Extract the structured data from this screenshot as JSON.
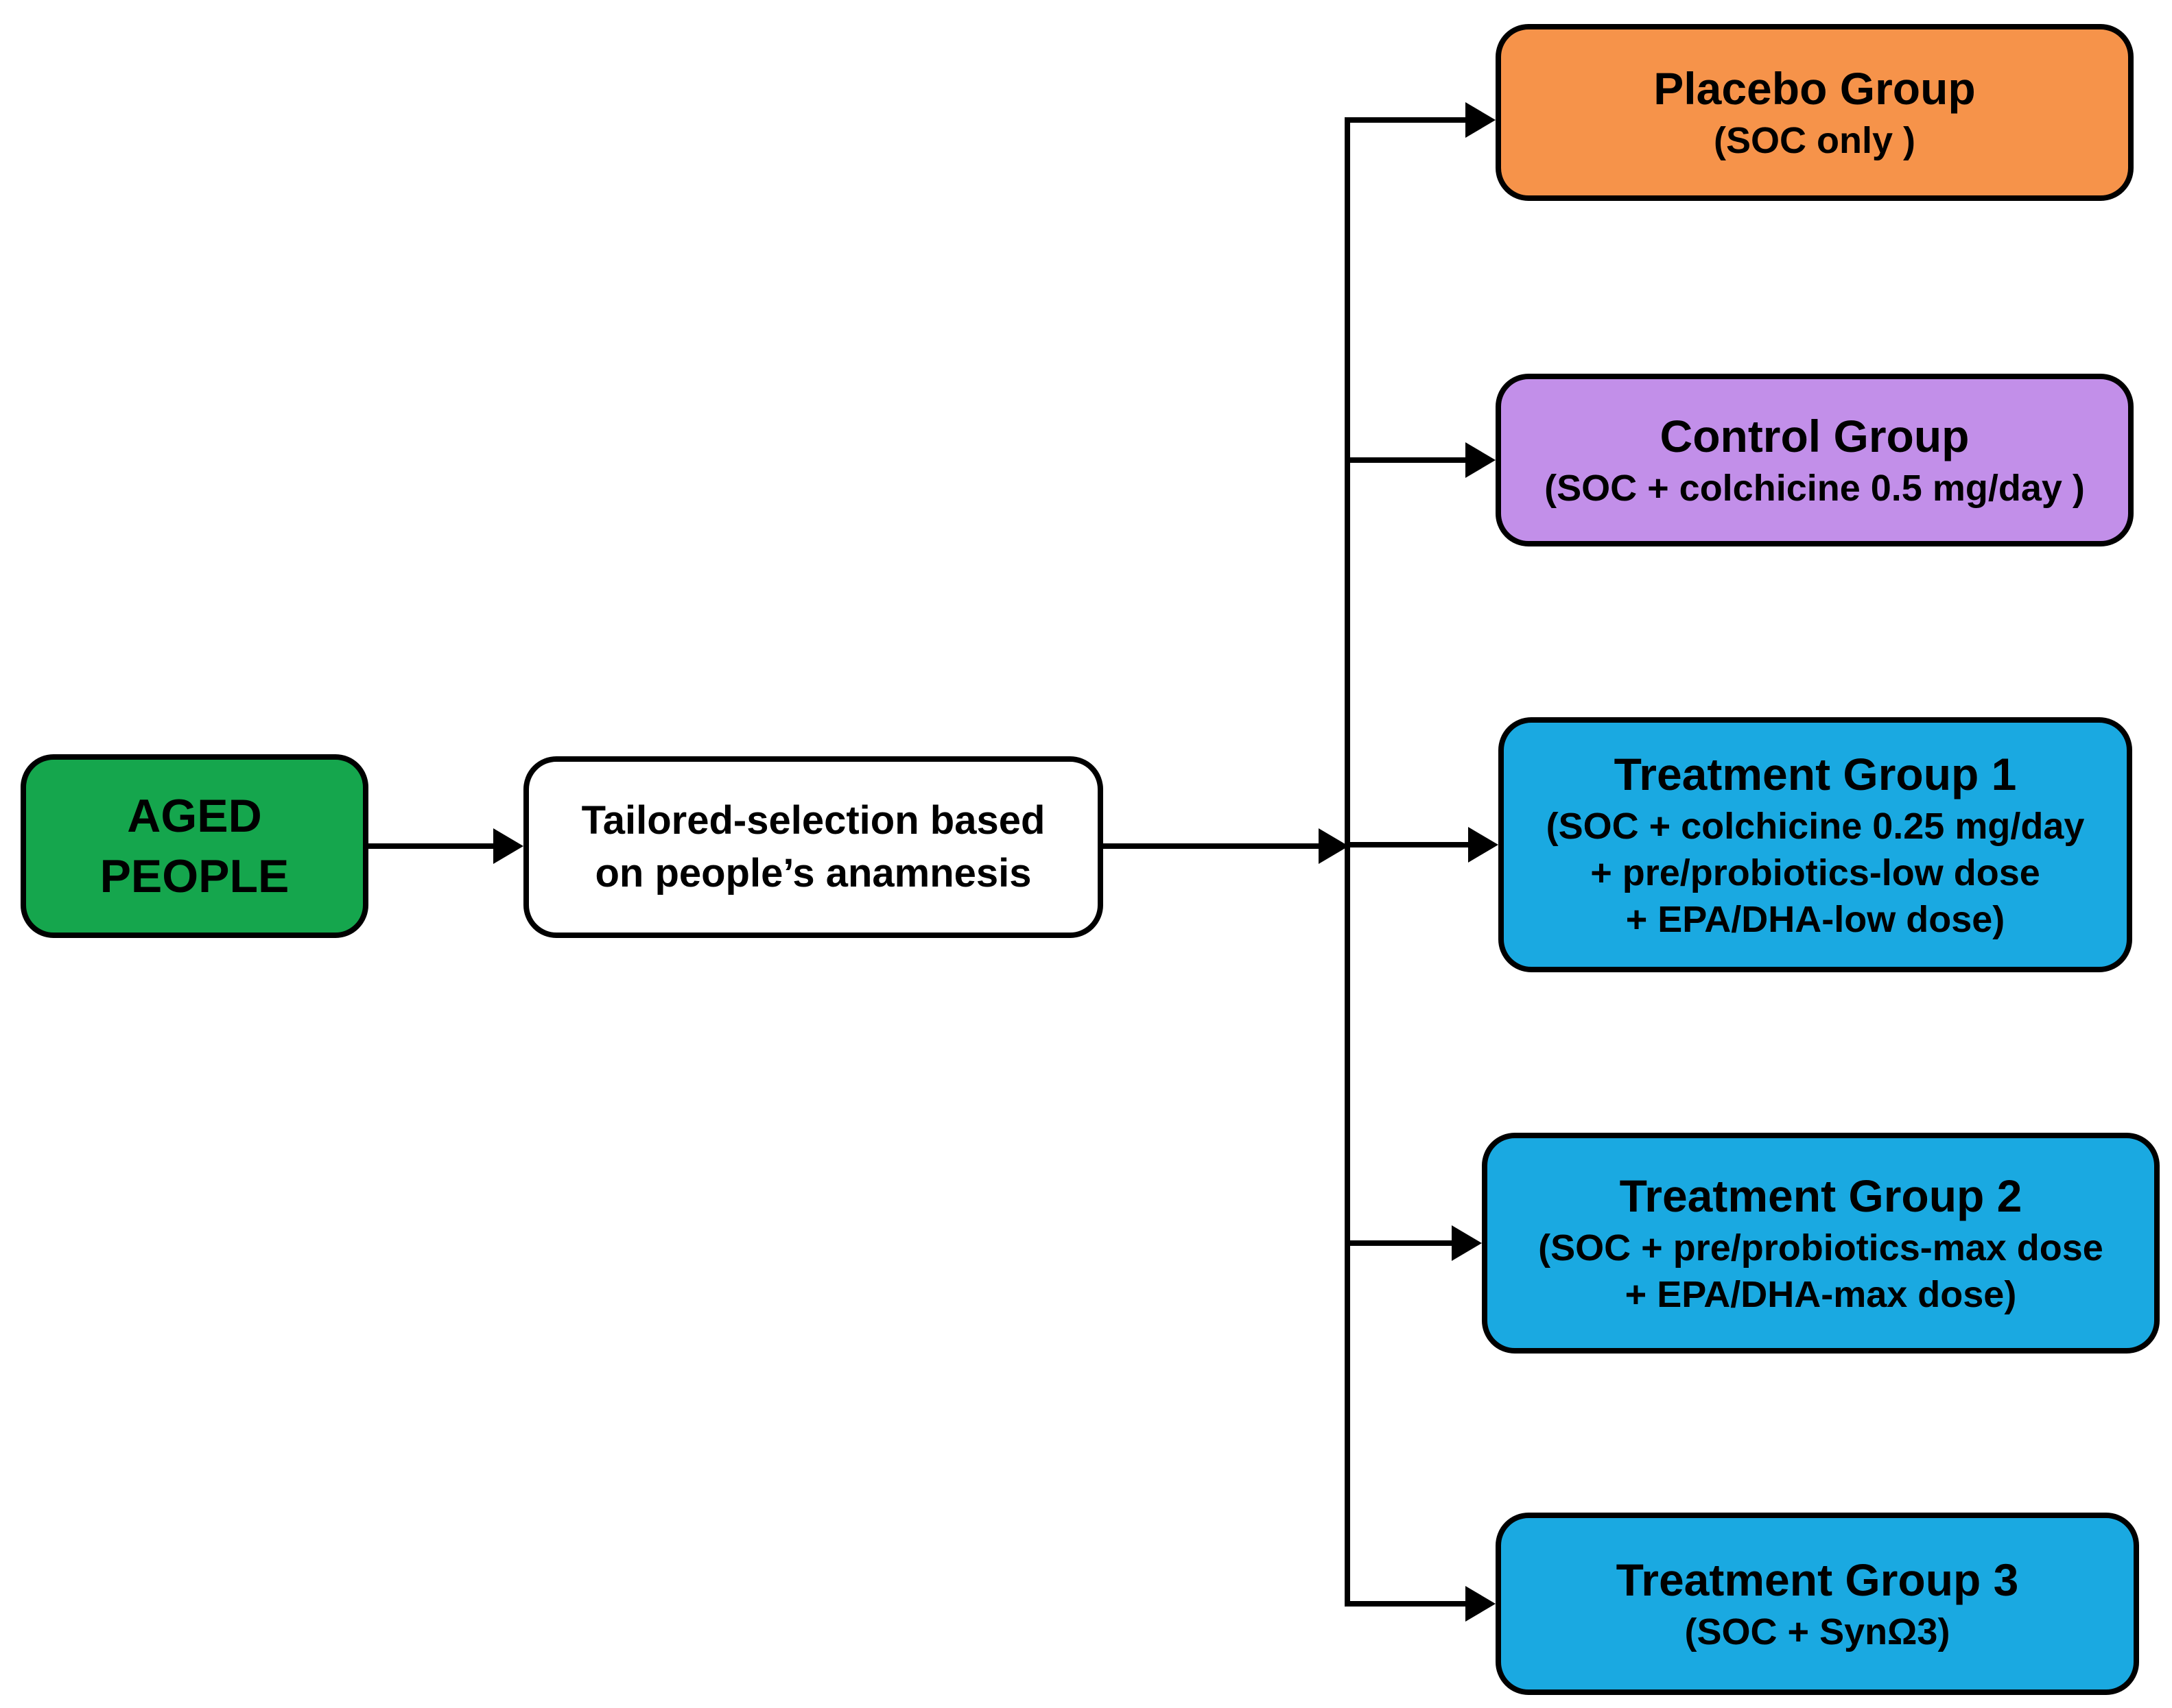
{
  "figure": {
    "type": "flowchart",
    "nodes": {
      "source": {
        "line1": "AGED",
        "line2": "PEOPLE",
        "fill": "#15A64D"
      },
      "selection": {
        "line1": "Tailored-selection based",
        "line2": "on people’s anamnesis",
        "fill": "#FFFFFF"
      },
      "groups": [
        {
          "title": "Placebo Group",
          "lines": [
            "(SOC only )"
          ],
          "fill": "#F6934A"
        },
        {
          "title": "Control Group",
          "lines": [
            "(SOC + colchicine 0.5 mg/day )"
          ],
          "fill": "#C28FE9"
        },
        {
          "title": "Treatment Group 1",
          "lines": [
            "(SOC + colchicine 0.25 mg/day",
            "+ pre/probiotics-low dose",
            "+ EPA/DHA-low dose)"
          ],
          "fill": "#1AA9E1"
        },
        {
          "title": "Treatment Group 2",
          "lines": [
            "(SOC + pre/probiotics-max dose",
            "+ EPA/DHA-max dose)"
          ],
          "fill": "#1AA9E1"
        },
        {
          "title": "Treatment Group 3",
          "lines": [
            "(SOC + SynΩ3)"
          ],
          "fill": "#1AA9E1"
        }
      ]
    },
    "colors": {
      "connector": "#000000",
      "node_border": "#000000",
      "background": "#FFFFFF"
    }
  }
}
